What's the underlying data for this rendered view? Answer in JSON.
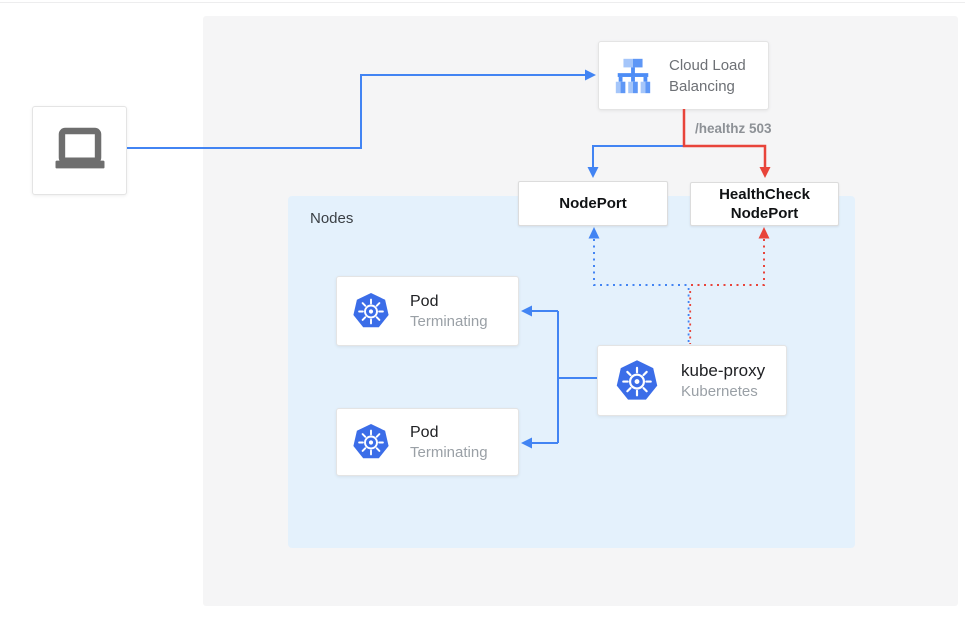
{
  "diagram": {
    "cloud_load_balancing": {
      "line1": "Cloud Load",
      "line2": "Balancing"
    },
    "healthz_label": "/healthz 503",
    "nodeport": {
      "label": "NodePort"
    },
    "healthcheck_nodeport": {
      "line1": "HealthCheck",
      "line2": "NodePort"
    },
    "nodes_group": {
      "label": "Nodes"
    },
    "pods": [
      {
        "title": "Pod",
        "subtitle": "Terminating"
      },
      {
        "title": "Pod",
        "subtitle": "Terminating"
      }
    ],
    "kube_proxy": {
      "title": "kube-proxy",
      "subtitle": "Kubernetes"
    }
  },
  "icons": {
    "client": "laptop-icon",
    "cloud_load_balancing": "load-balancer-icon",
    "pods": "kubernetes-icon",
    "kube_proxy": "kubernetes-icon"
  },
  "colors": {
    "traffic_blue": "#4284f3",
    "health_red": "#e8443a",
    "nodes_bg": "#e4f1fc",
    "panel_bg": "#f5f5f6",
    "box_border": "#e4e4e4",
    "text_dark": "#202124",
    "text_gray": "#9aa0a6",
    "clb_text": "#6d7075",
    "healthz_text": "#8d9196",
    "kubernetes_blue": "#3b6de8",
    "laptop_gray": "#6e6e6e"
  }
}
